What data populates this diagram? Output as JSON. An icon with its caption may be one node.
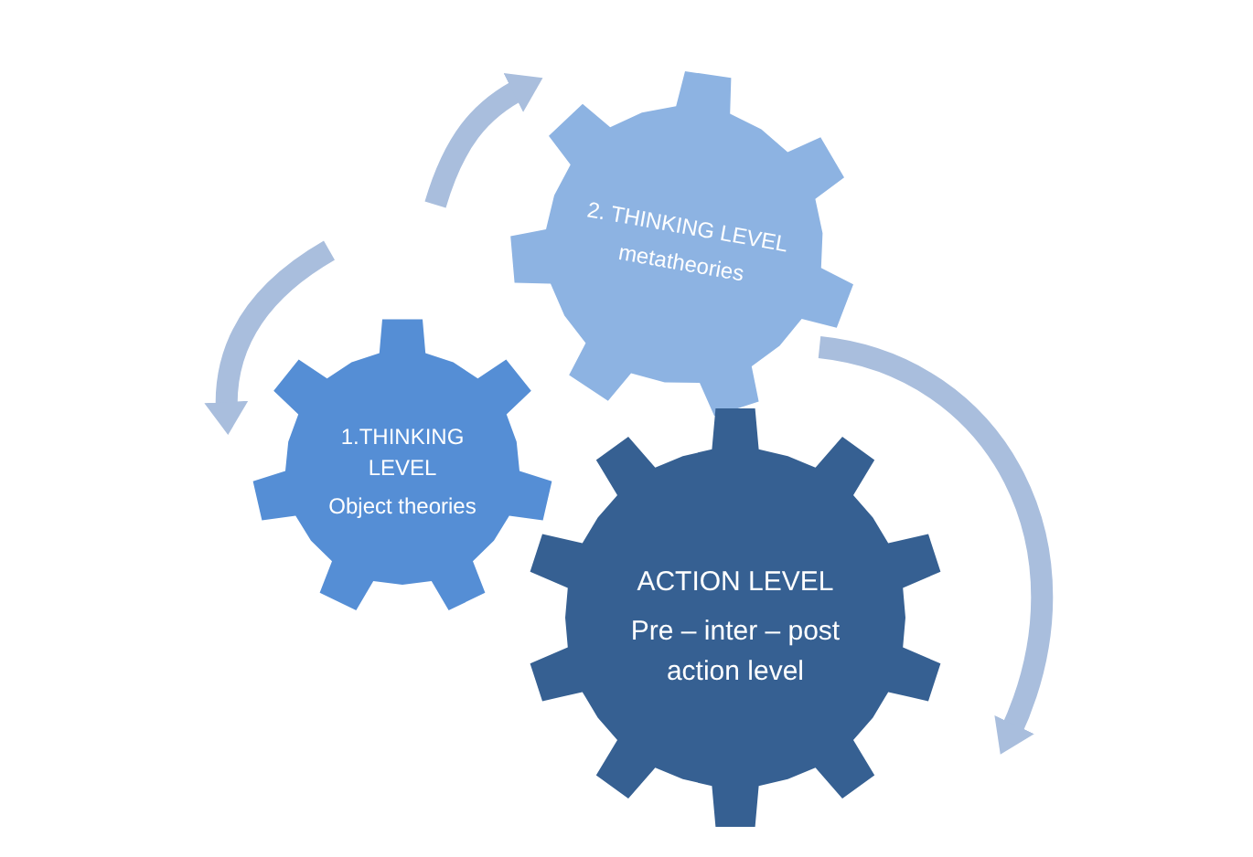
{
  "diagram": {
    "nodes": [
      {
        "text": [
          "2. THINKING LEVEL",
          "metatheories"
        ]
      },
      {
        "text": [
          "1.THINKING LEVEL",
          "Object theories"
        ]
      },
      {
        "text": [
          "ACTION LEVEL",
          "Pre – inter – post action level"
        ]
      }
    ],
    "edges": [
      {
        "from": null,
        "to": 0,
        "arrow": "to"
      },
      {
        "from": null,
        "to": 1,
        "arrow": "to"
      },
      {
        "from": 0,
        "to": 2,
        "arrow": "to"
      }
    ]
  }
}
